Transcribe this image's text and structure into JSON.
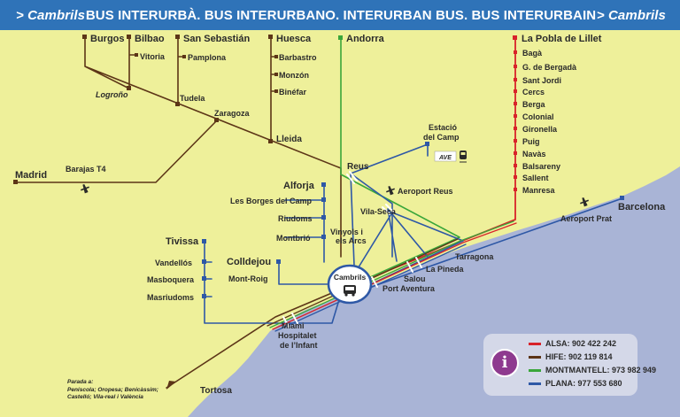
{
  "header": {
    "left": "> Cambrils",
    "center": "BUS INTERURBÀ.  BUS INTERURBANO.  INTERURBAN BUS.  BUS INTERURBAIN",
    "right": "> Cambrils"
  },
  "colors": {
    "alsa": "#d8232a",
    "hife": "#5c3517",
    "montmantell": "#3aa63a",
    "plana": "#2e58a6",
    "sea": "#a9b4d6",
    "land": "#eef09a",
    "header": "#2f73b8"
  },
  "map": {
    "burgos": "Burgos",
    "bilbao": "Bilbao",
    "vitoria": "Vitoria",
    "logrono": "Logroño",
    "san_sebastian": "San Sebastián",
    "pamplona": "Pamplona",
    "tudela": "Tudela",
    "zaragoza": "Zaragoza",
    "huesca": "Huesca",
    "barbastro": "Barbastro",
    "monzon": "Monzón",
    "binefar": "Binéfar",
    "lleida": "Lleida",
    "andorra": "Andorra",
    "madrid": "Madrid",
    "barajas": "Barajas T4",
    "pobla": "La Pobla de Lillet",
    "baga": "Bagà",
    "gbergada": "G. de Bergadà",
    "santjordi": "Sant Jordi",
    "cercs": "Cercs",
    "berga": "Berga",
    "colonial": "Colonial",
    "gironella": "Gironella",
    "puig": "Puig",
    "navas": "Navàs",
    "balsareny": "Balsareny",
    "sallent": "Sallent",
    "manresa": "Manresa",
    "estacio1": "Estació",
    "estacio2": "del Camp",
    "ave": "AVE",
    "reus": "Reus",
    "aeroport_reus": "Aeroport Reus",
    "alforja": "Alforja",
    "borges": "Les Borges del Camp",
    "riudoms": "Riudoms",
    "montbrio": "Montbrió",
    "vinyols1": "Vinyols i",
    "vinyols2": "els Arcs",
    "vilaseca": "Vila-Seca",
    "tarragona": "Tarragona",
    "lapineda": "La Pineda",
    "salou": "Salou",
    "portaventura": "Port Aventura",
    "cambrils": "Cambrils",
    "barcelona": "Barcelona",
    "aeroport_prat": "Aeroport Prat",
    "tivissa": "Tivissa",
    "vandellos": "Vandellós",
    "masboquera": "Masboquera",
    "masriudoms": "Masriudoms",
    "colldejou": "Colldejou",
    "montroig": "Mont-Roig",
    "miami": "Miami",
    "hospitalet1": "Hospitalet",
    "hospitalet2": "de l’Infant",
    "tortosa": "Tortosa"
  },
  "note": {
    "line1": "Parada a:",
    "line2": "Peníscola; Oropesa; Benicàssim;",
    "line3": "Castelló; Vila-real i València"
  },
  "legend": {
    "info_icon": "i",
    "alsa": "ALSA: 902 422 242",
    "hife": "HIFE: 902 119 814",
    "montmantell": "MONTMANTELL: 973 982 949",
    "plana": "PLANA: 977 553 680"
  }
}
